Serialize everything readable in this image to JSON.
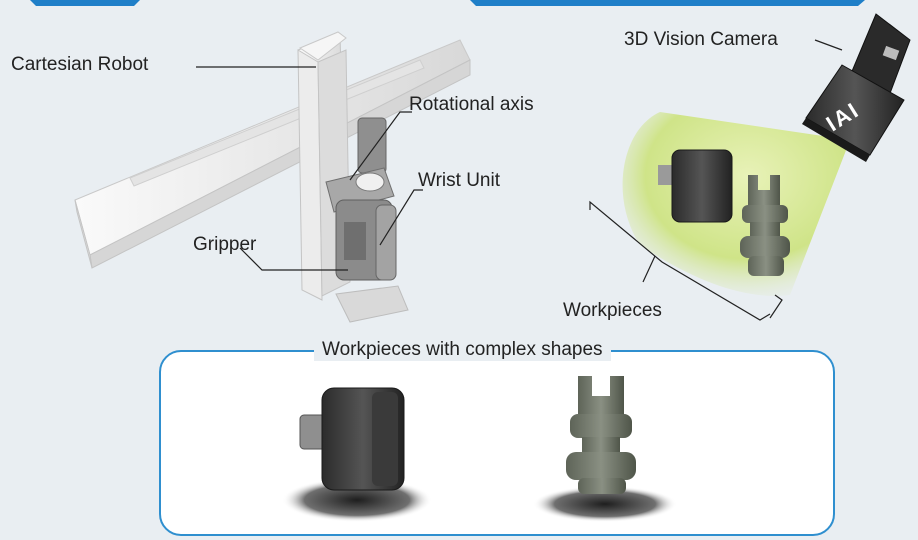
{
  "labels": {
    "cartesian_robot": "Cartesian Robot",
    "rotational_axis": "Rotational axis",
    "wrist_unit": "Wrist Unit",
    "gripper": "Gripper",
    "vision_camera": "3D Vision Camera",
    "workpieces": "Workpieces",
    "complex_shapes": "Workpieces with complex shapes"
  },
  "camera": {
    "logo_text": "IAI"
  },
  "colors": {
    "background": "#e9eef2",
    "frame_border": "#2f8fcf",
    "header_band": "#1f7fc8",
    "light_cone": "#c9e37a"
  }
}
